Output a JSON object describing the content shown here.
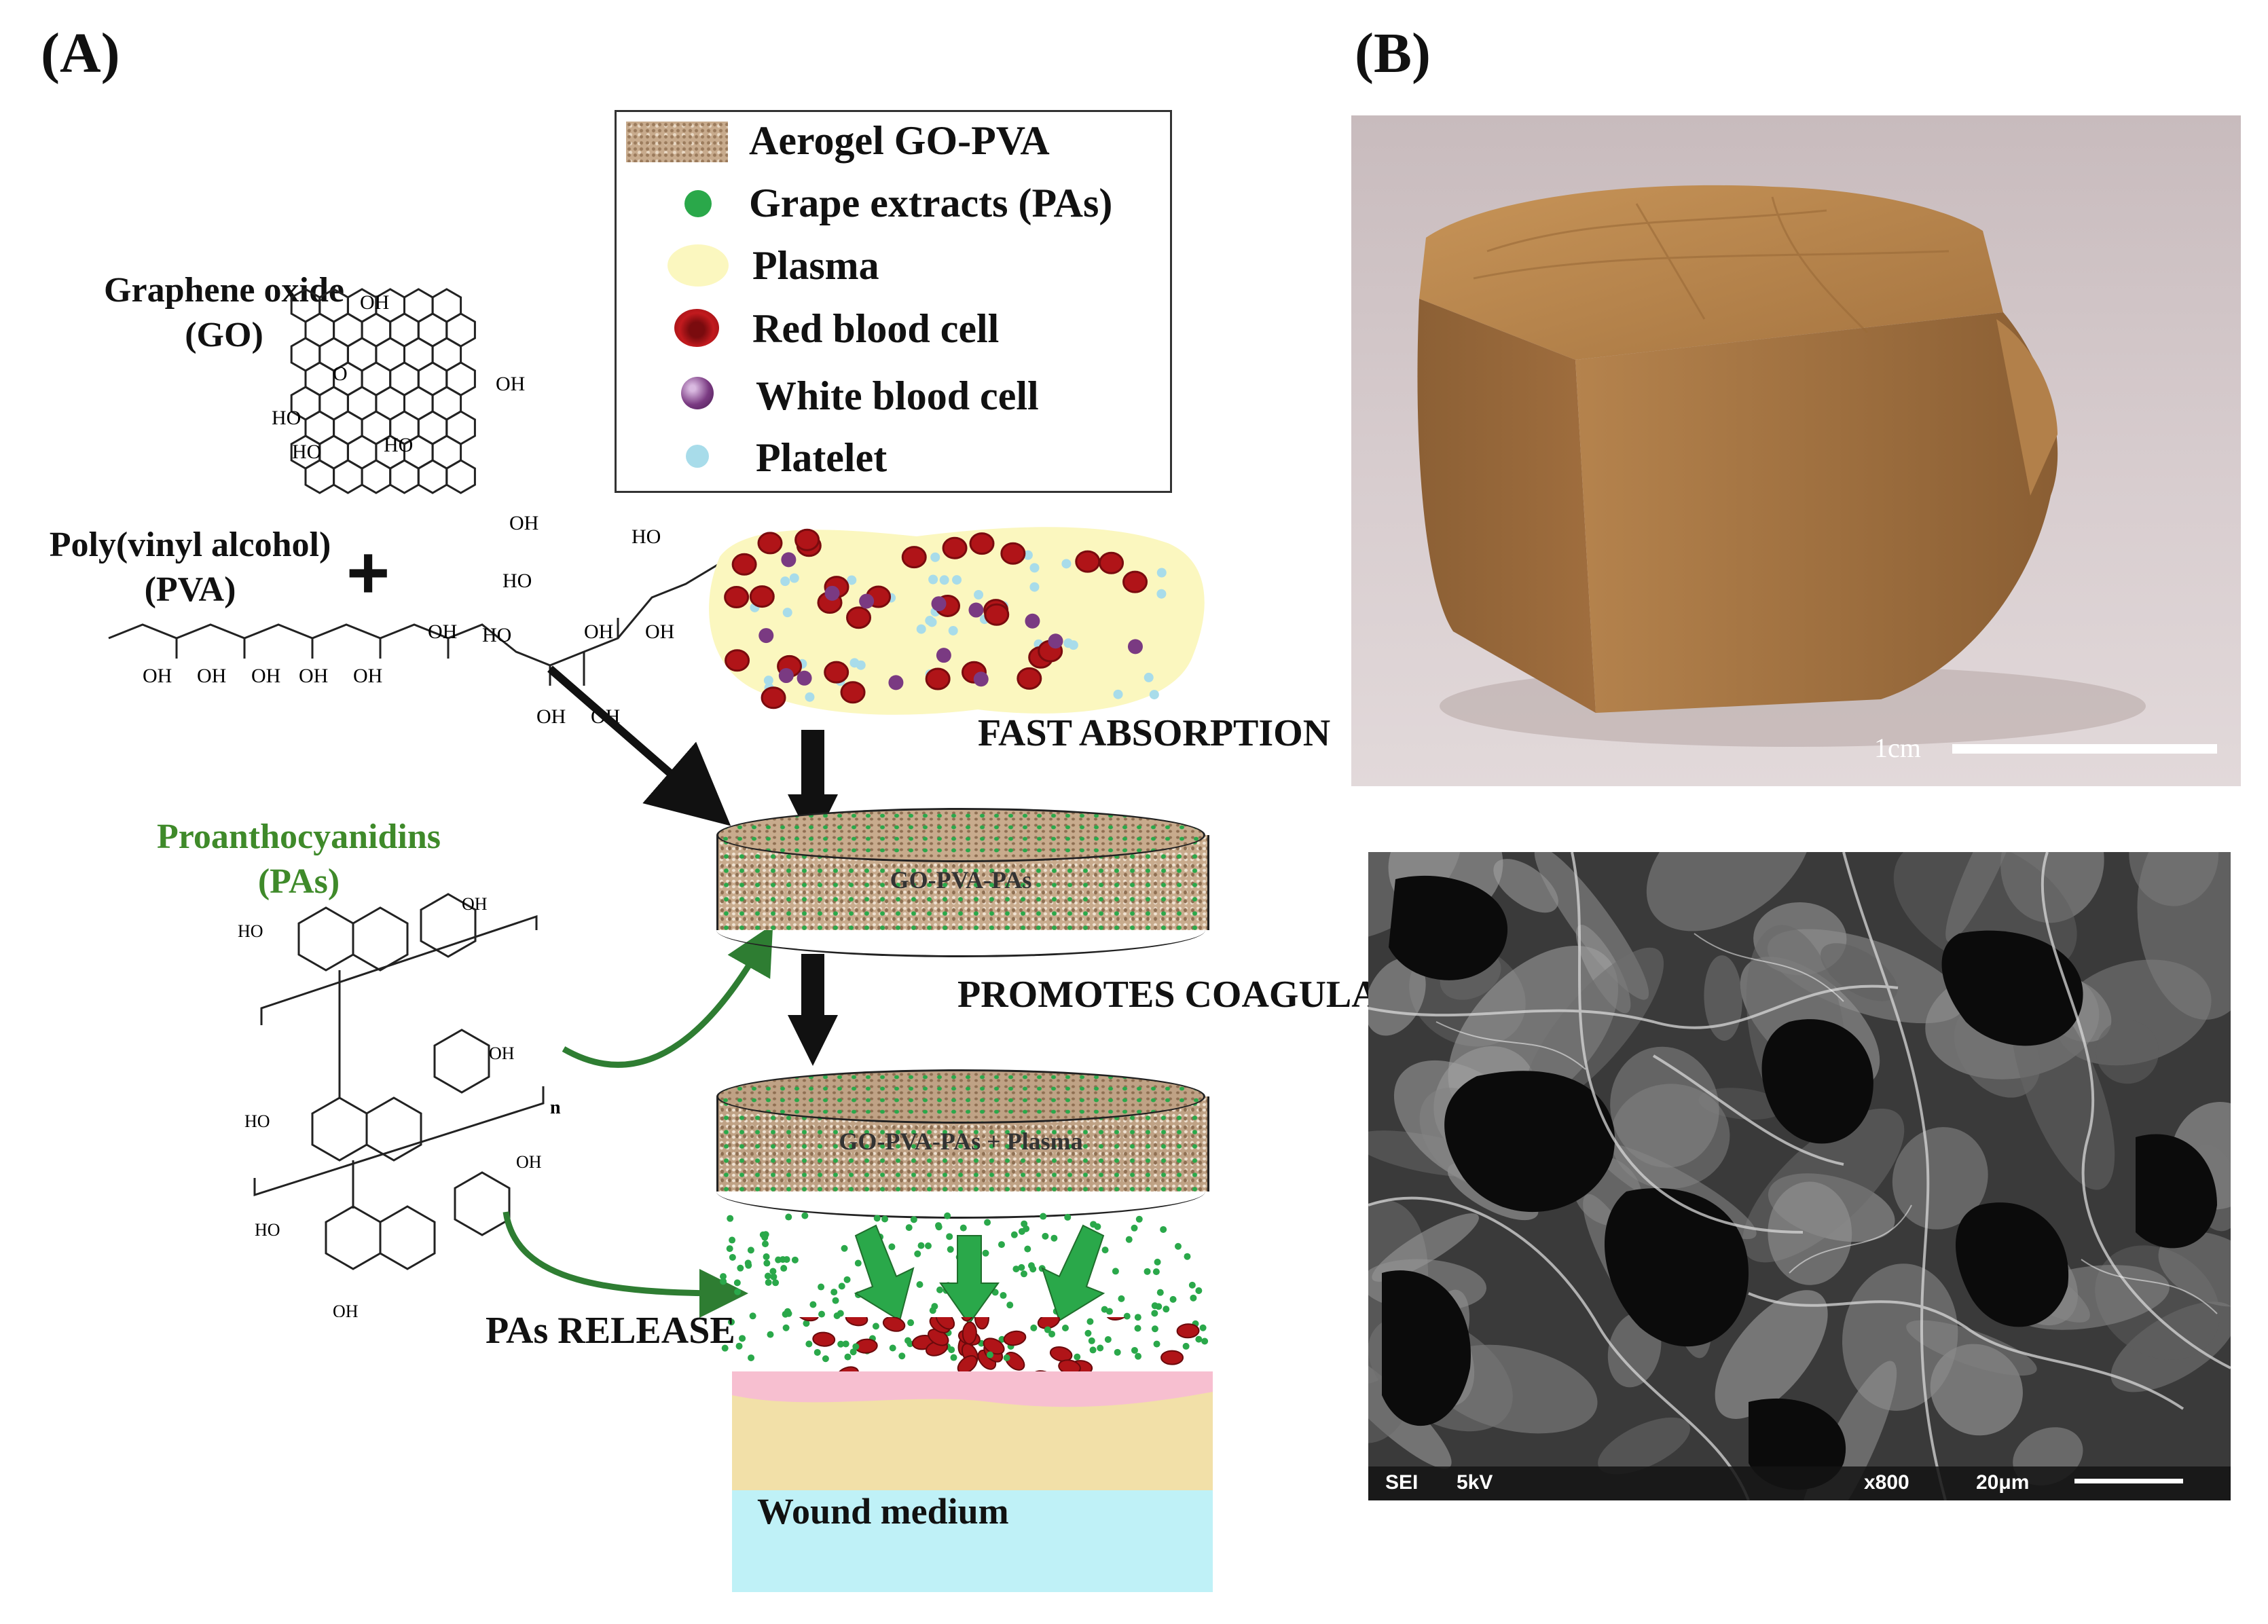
{
  "panel_a": {
    "label": "(A)",
    "legend": [
      {
        "key": "aerogel",
        "label": "Aerogel GO-PVA"
      },
      {
        "key": "grape",
        "label": "Grape extracts (PAs)"
      },
      {
        "key": "plasma",
        "label": "Plasma"
      },
      {
        "key": "rbc",
        "label": "Red blood cell"
      },
      {
        "key": "wbc",
        "label": "White blood cell"
      },
      {
        "key": "platelet",
        "label": "Platelet"
      }
    ],
    "graphene_label": "Graphene oxide (GO)",
    "pva_label": "Poly(vinyl alcohol) (PVA)",
    "plus": "+",
    "pas_label": "Proanthocyanidins (PAs)",
    "fast_absorption": "FAST ABSORPTION",
    "promotes_coagulation": "PROMOTES COAGULATION",
    "disc1_label": "GO-PVA-PAs",
    "disc2_label": "GO-PVA-PAs + Plasma",
    "pas_release": "PAs RELEASE",
    "wound_medium": "Wound medium",
    "chem": {
      "oh": "OH",
      "ho": "HO",
      "o": "O",
      "n": "n"
    }
  },
  "panel_b": {
    "label": "(B)",
    "photo_scale": "1cm",
    "sem": {
      "detector": "SEI",
      "voltage": "5kV",
      "magnification": "x800",
      "scale": "20μm"
    }
  },
  "colors": {
    "plasma": "#fbf7bf",
    "rbc": "#b01418",
    "wbc": "#7a3a82",
    "platelet": "#a8dcea",
    "grape": "#2aa84a",
    "arrow_green": "#2e7d32",
    "aerogel": "#c8ab8d",
    "wound_pink": "#f7bfd0",
    "wound_tan": "#f2e0a8",
    "wound_cyan": "#bff1f7",
    "pas_text": "#3f8a2a"
  }
}
